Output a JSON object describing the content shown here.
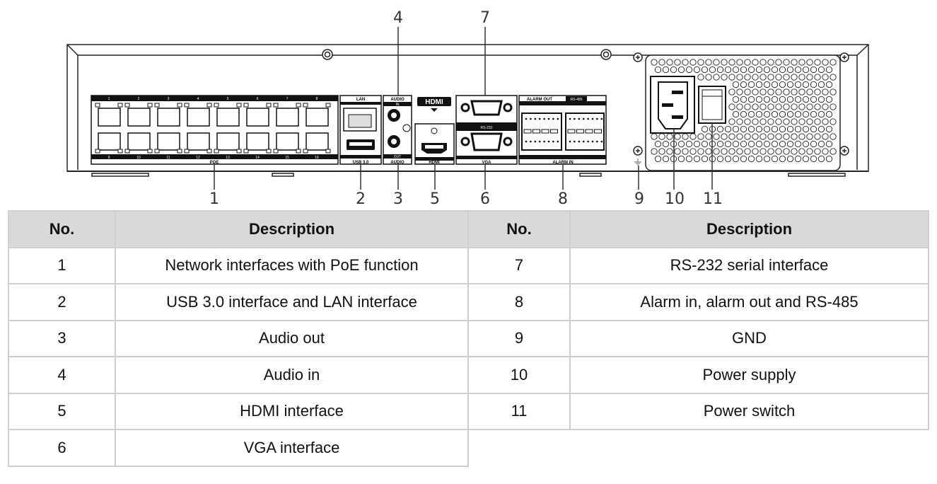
{
  "diagram": {
    "callouts": [
      "1",
      "2",
      "3",
      "4",
      "5",
      "6",
      "7",
      "8",
      "9",
      "10",
      "11"
    ],
    "panel_labels": {
      "poe": "POE",
      "lan": "LAN",
      "usb": "USB 3.0",
      "audio_top": "AUDIO",
      "audio_in": "IN",
      "audio_out": "OUT",
      "audio_bottom": "AUDIO",
      "hdmi_logo": "HDMI",
      "hdmi_bottom": "HDMI",
      "rs232": "RS-232",
      "vga": "VGA",
      "alarm_out": "ALARM OUT",
      "rs485": "RS-485",
      "alarm_in": "ALARM IN",
      "poe_top_ports": [
        "1",
        "2",
        "3",
        "4",
        "5",
        "6",
        "7",
        "8"
      ],
      "poe_bottom_ports": [
        "9",
        "10",
        "11",
        "12",
        "13",
        "14",
        "15",
        "16"
      ]
    }
  },
  "table": {
    "headers": {
      "no": "No.",
      "description": "Description"
    },
    "left_rows": [
      {
        "no": "1",
        "description": "Network interfaces with PoE function"
      },
      {
        "no": "2",
        "description": "USB 3.0 interface and LAN interface"
      },
      {
        "no": "3",
        "description": "Audio out"
      },
      {
        "no": "4",
        "description": "Audio in"
      },
      {
        "no": "5",
        "description": "HDMI interface"
      },
      {
        "no": "6",
        "description": "VGA interface"
      }
    ],
    "right_rows": [
      {
        "no": "7",
        "description": "RS-232 serial interface"
      },
      {
        "no": "8",
        "description": "Alarm in, alarm out and RS-485"
      },
      {
        "no": "9",
        "description": "GND"
      },
      {
        "no": "10",
        "description": "Power supply"
      },
      {
        "no": "11",
        "description": "Power switch"
      }
    ]
  },
  "colors": {
    "header_bg": "#d9d9d9",
    "grid": "#cfcfcf",
    "ink": "#111111"
  }
}
